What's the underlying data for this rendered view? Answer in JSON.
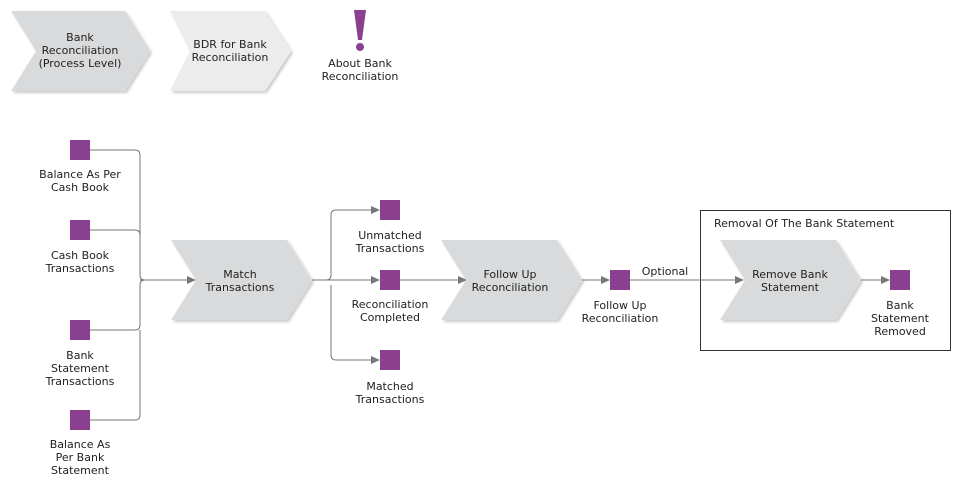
{
  "colors": {
    "process_fill": "#d9dadb",
    "process_fill_light": "#ececec",
    "event": "#8a3f8f",
    "connector": "#777777",
    "text": "#222222"
  },
  "header": {
    "process_level": "Bank\nReconciliation\n(Process Level)",
    "bdr": "BDR for Bank\nReconciliation",
    "about_icon": "exclamation-icon",
    "about": "About Bank\nReconciliation"
  },
  "inputs": {
    "balance_cash_book": "Balance As Per\nCash Book",
    "cash_book_transactions": "Cash Book\nTransactions",
    "bank_statement_transactions": "Bank\nStatement\nTransactions",
    "balance_bank_statement": "Balance As\nPer Bank\nStatement"
  },
  "processes": {
    "match": "Match\nTransactions",
    "follow_up": "Follow Up\nReconciliation",
    "remove": "Remove Bank\nStatement"
  },
  "events": {
    "unmatched": "Unmatched\nTransactions",
    "reconciliation_completed": "Reconciliation\nCompleted",
    "matched": "Matched\nTransactions",
    "follow_up": "Follow Up\nReconciliation",
    "removed": "Bank\nStatement\nRemoved"
  },
  "connectors": {
    "optional": "Optional"
  },
  "group": {
    "title": "Removal Of The Bank Statement"
  }
}
